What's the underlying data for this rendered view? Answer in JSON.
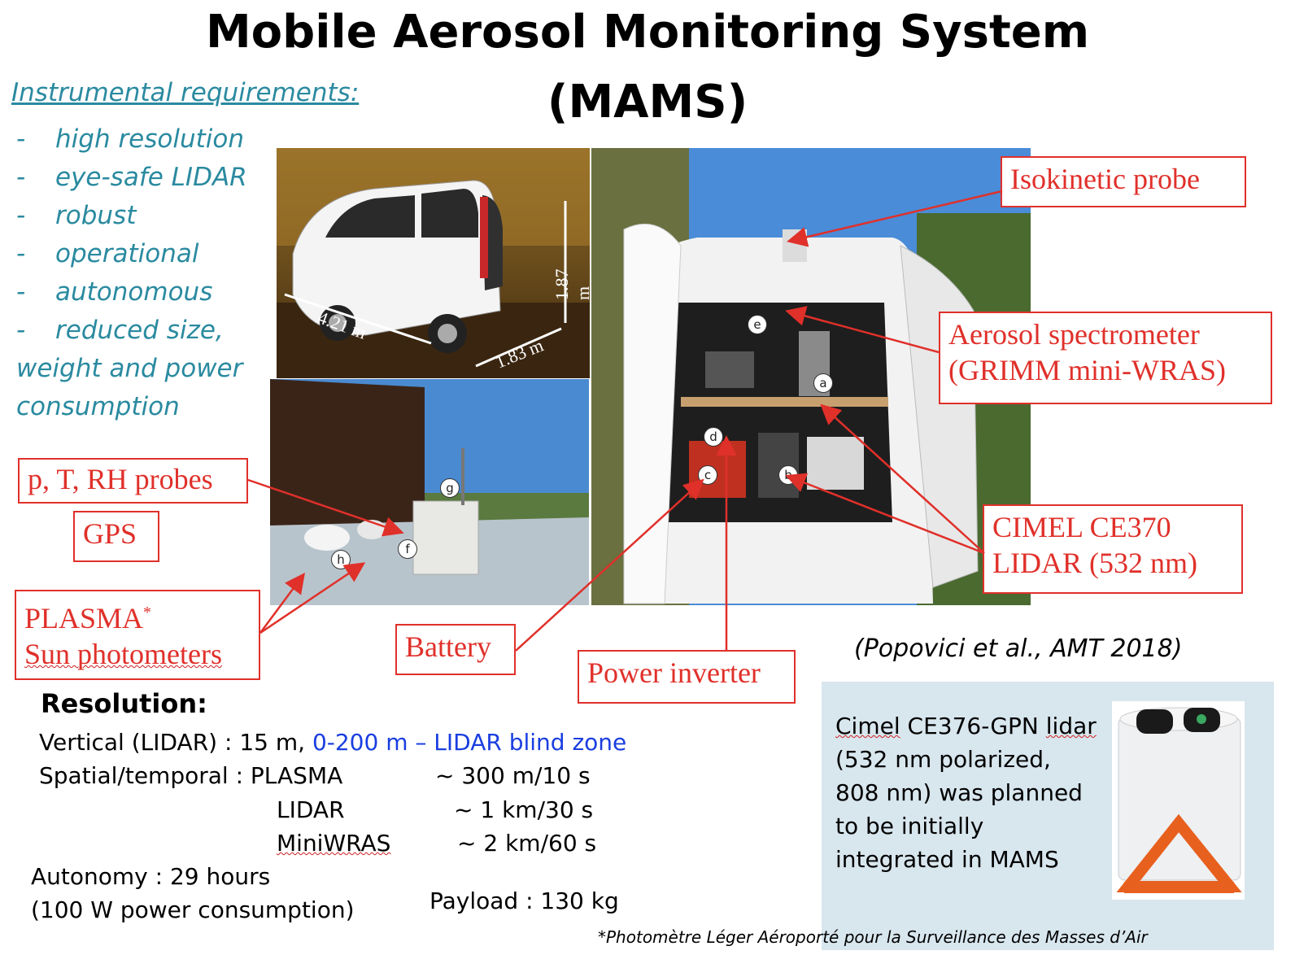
{
  "title": {
    "line1": "Mobile Aerosol Monitoring System",
    "line2": "(MAMS)"
  },
  "requirements": {
    "heading": "Instrumental requirements:",
    "dash": "-",
    "items": [
      "high resolution",
      "eye-safe LIDAR",
      "robust",
      "operational",
      "autonomous",
      "reduced size,"
    ],
    "tail1": "weight and power",
    "tail2": "consumption"
  },
  "photo_van": {
    "dim_length": "4.21 m",
    "dim_width": "1.83 m",
    "dim_height": "1.87 m"
  },
  "markers": {
    "a": "a",
    "b": "b",
    "c": "c",
    "d": "d",
    "e": "e",
    "f": "f",
    "g": "g",
    "h": "h"
  },
  "labels": {
    "isokinetic": "Isokinetic probe",
    "aerosol1": "Aerosol spectrometer",
    "aerosol2": "(GRIMM mini-WRAS)",
    "probes": "p, T, RH probes",
    "gps": "GPS",
    "plasma1": "PLASMA",
    "plasma_star": "*",
    "plasma2": "Sun photometers",
    "cimel1": "CIMEL CE370",
    "cimel2": "LIDAR (532 nm)",
    "battery": "Battery",
    "inverter": "Power inverter"
  },
  "citation": "(Popovici et al., AMT 2018)",
  "resolution": {
    "heading": "Resolution:",
    "vertical_prefix": "Vertical (LIDAR) : 15 m, ",
    "vertical_blue": "0-200 m – LIDAR blind zone",
    "spatial_label": "Spatial/temporal : PLASMA",
    "plasma_val": "~ 300 m/10 s",
    "lidar_label": "LIDAR",
    "lidar_val": "~ 1 km/30 s",
    "miniwras_label": "MiniWRAS",
    "miniwras_val": "~ 2 km/60 s",
    "autonomy": "Autonomy :  29 hours",
    "power": "(100 W power consumption)",
    "payload": "Payload : 130 kg"
  },
  "cimel_note": {
    "brand": "Cimel",
    "l1": " CE376-GPN ",
    "lidar_word": "lidar",
    "l2": "(532 nm polarized,",
    "l3": "808 nm) was planned",
    "l4": "to be initially",
    "l5": "integrated in MAMS"
  },
  "footnote": "*Photomètre Léger Aéroporté pour la Surveillance des Masses d’Air"
}
